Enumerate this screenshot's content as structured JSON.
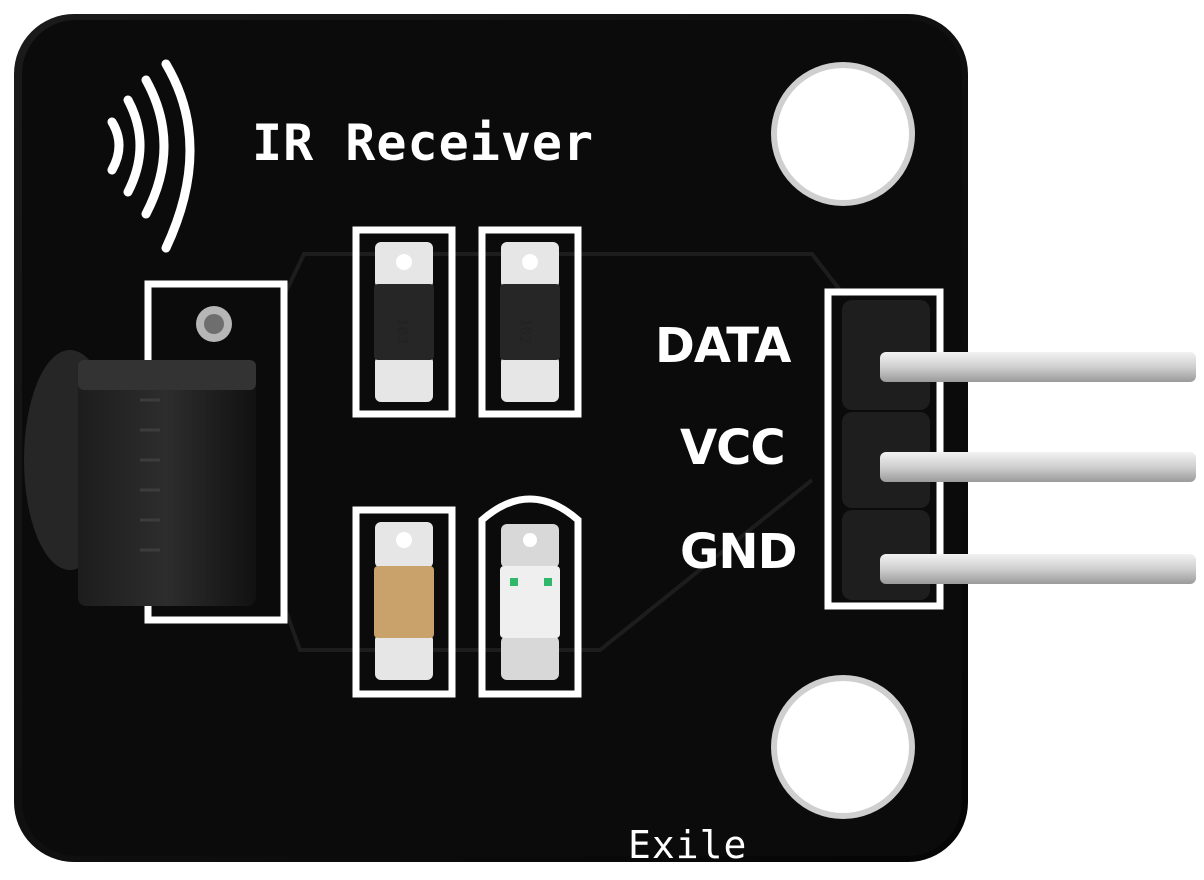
{
  "board": {
    "title": "IR Receiver",
    "brand": "Exile",
    "pins": [
      {
        "label": "DATA"
      },
      {
        "label": "VCC"
      },
      {
        "label": "GND"
      }
    ],
    "resistor_codes": [
      "103",
      "102"
    ]
  },
  "colors": {
    "pcb": "#0b0b0b",
    "silkscreen": "#ffffff",
    "pin_metal": "#d8d8d8",
    "background": "#ffffff",
    "resistor_body": "#2a2a2a",
    "capacitor_body": "#c8a26a"
  },
  "icons": {
    "signal": "ir-wave-icon"
  }
}
